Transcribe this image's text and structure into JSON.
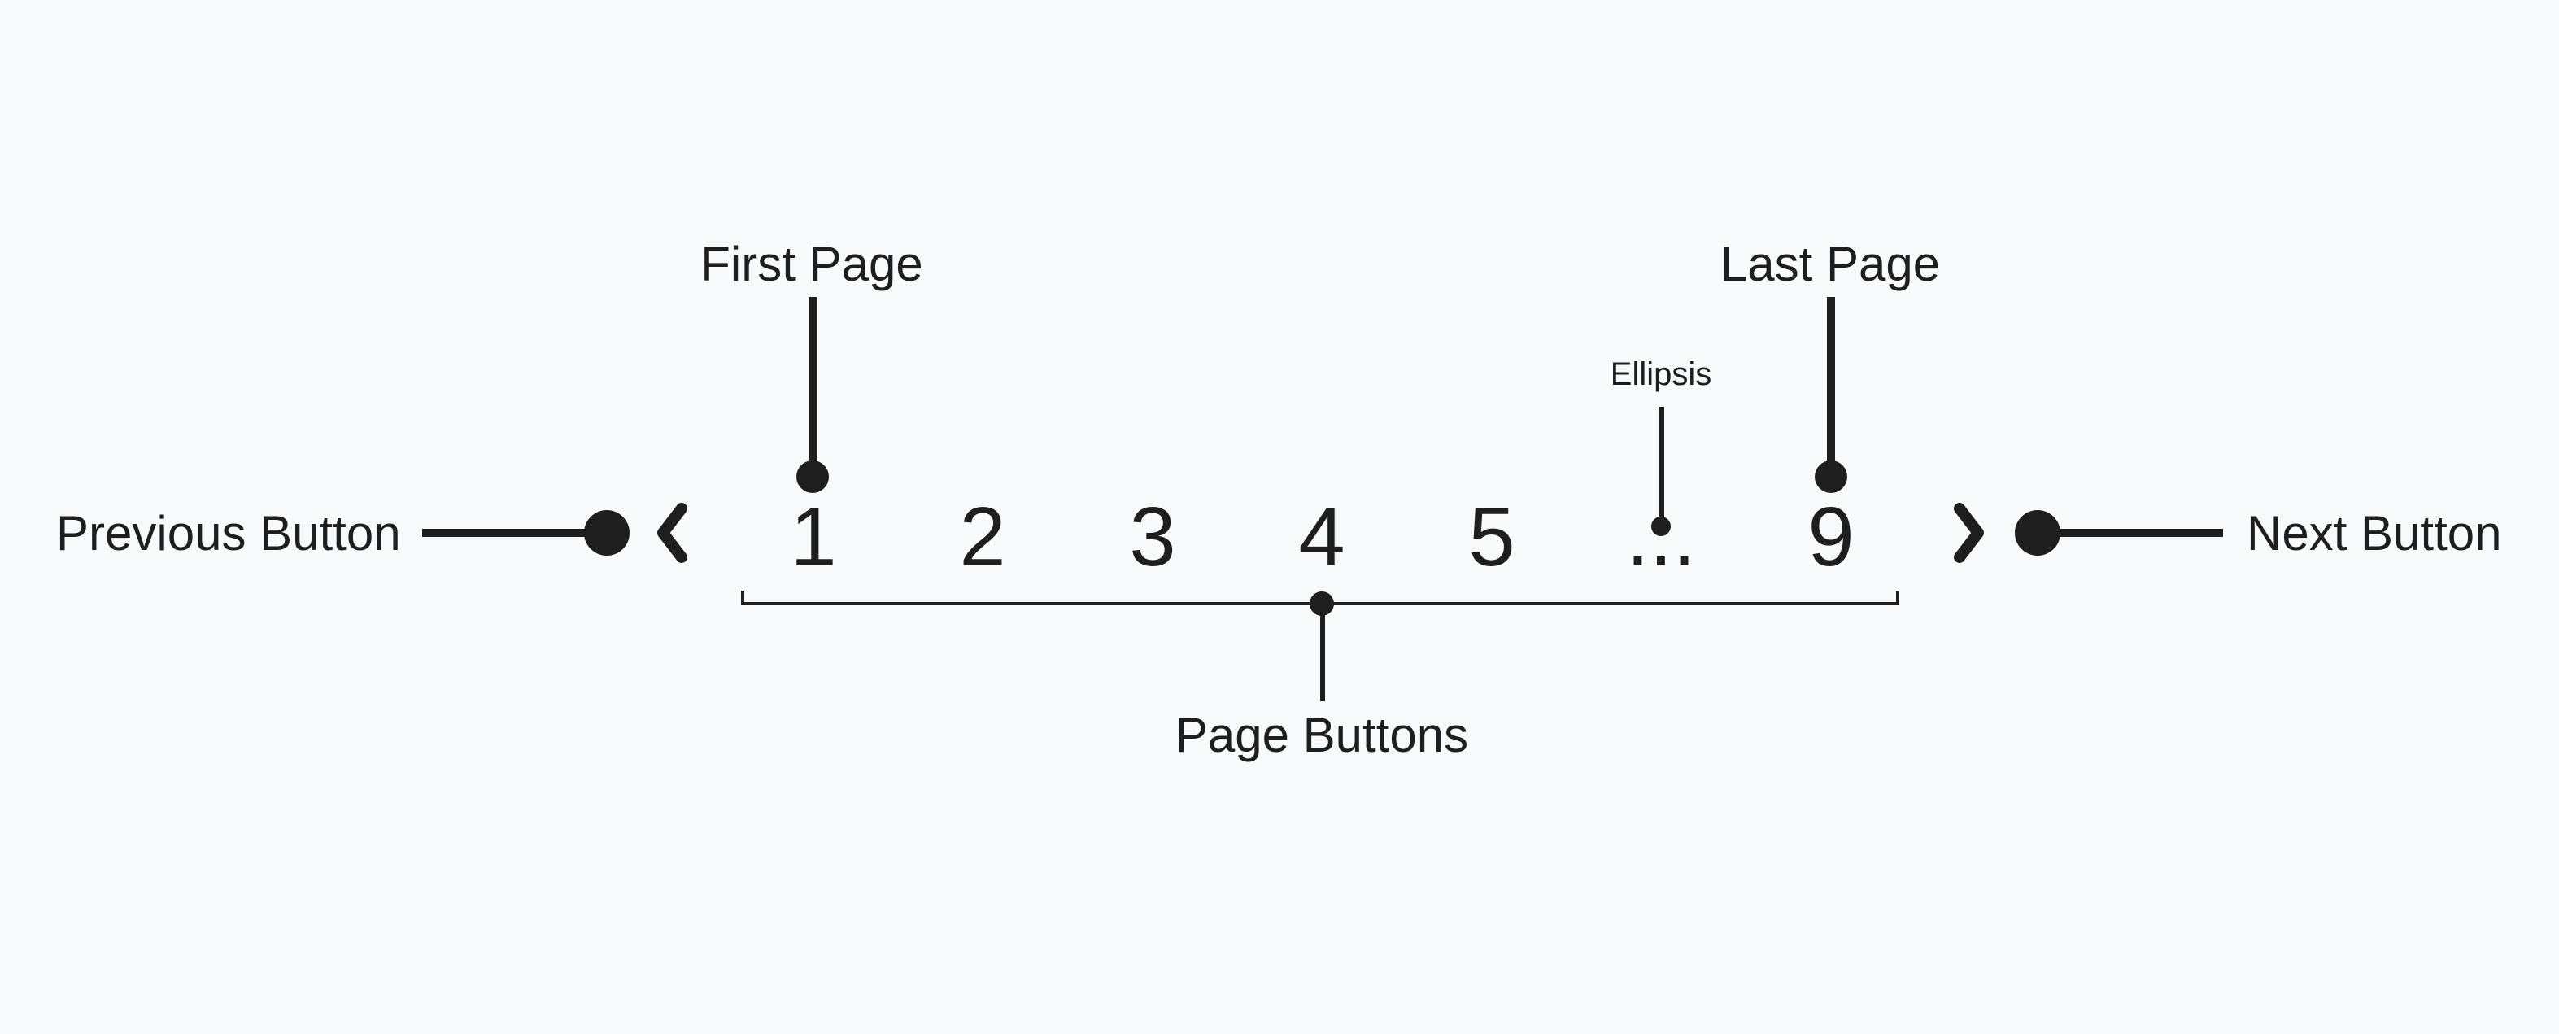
{
  "colors": {
    "background": "#f8f9fa",
    "ink": "#1e1e1e"
  },
  "annotations": {
    "previous_label": "Previous Button",
    "next_label": "Next Button",
    "first_page_label": "First Page",
    "last_page_label": "Last Page",
    "ellipsis_label": "Ellipsis",
    "page_buttons_label": "Page Buttons"
  },
  "pagination": {
    "prev_icon": "chevron-left",
    "next_icon": "chevron-right",
    "pages": [
      "1",
      "2",
      "3",
      "4",
      "5",
      "...",
      "9"
    ]
  }
}
